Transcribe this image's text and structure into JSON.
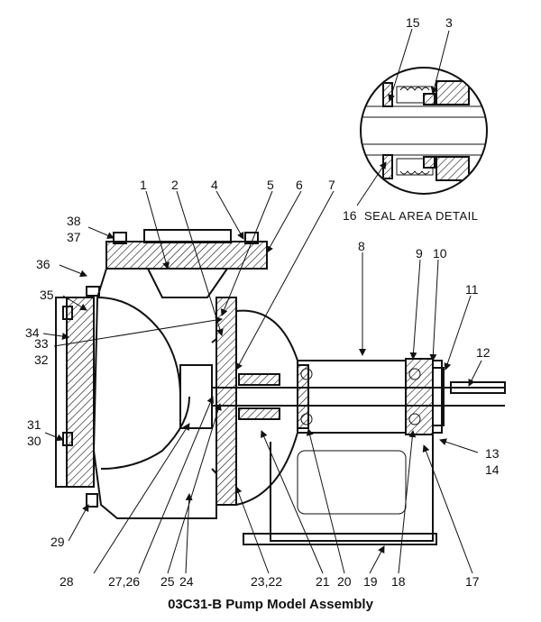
{
  "caption": "03C31-B Pump Model Assembly",
  "detail_title": "SEAL AREA DETAIL",
  "part_labels": {
    "p1": "1",
    "p2": "2",
    "p3": "3",
    "p4": "4",
    "p5": "5",
    "p6": "6",
    "p7": "7",
    "p8": "8",
    "p9": "9",
    "p10": "10",
    "p11": "11",
    "p12": "12",
    "p13": "13",
    "p14": "14",
    "p15": "15",
    "p16": "16",
    "p17": "17",
    "p18": "18",
    "p19": "19",
    "p20": "20",
    "p21": "21",
    "p23_22": "23,22",
    "p24": "24",
    "p25": "25",
    "p27_26": "27,26",
    "p28": "28",
    "p29": "29",
    "p30": "30",
    "p31": "31",
    "p32": "32",
    "p33": "33",
    "p34": "34",
    "p35": "35",
    "p36": "36",
    "p37": "37",
    "p38": "38"
  }
}
